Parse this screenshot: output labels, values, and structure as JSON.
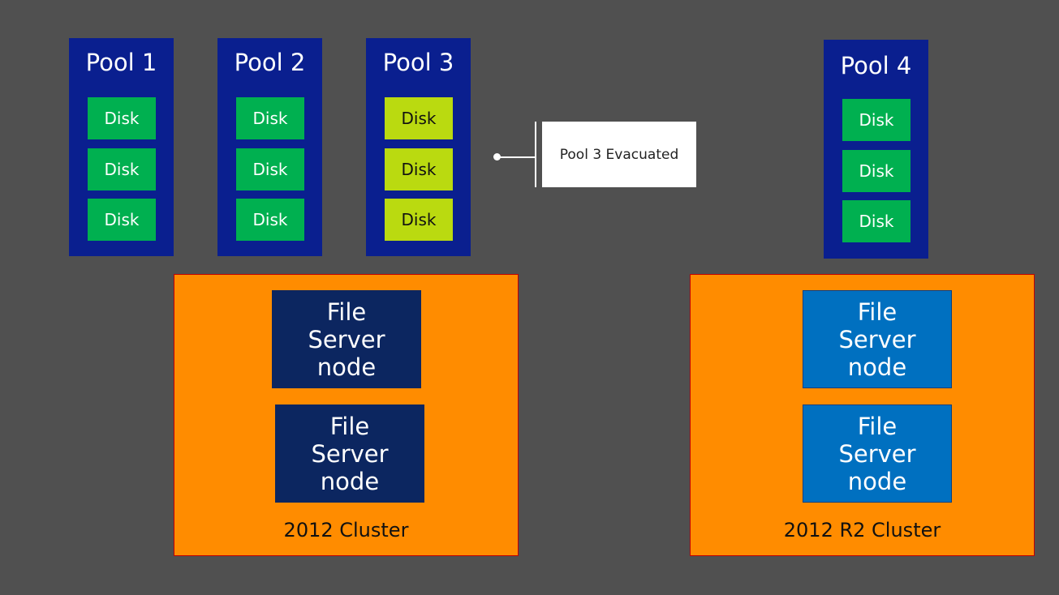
{
  "pools": [
    {
      "title": "Pool 1",
      "disks": [
        "Disk",
        "Disk",
        "Disk"
      ]
    },
    {
      "title": "Pool 2",
      "disks": [
        "Disk",
        "Disk",
        "Disk"
      ]
    },
    {
      "title": "Pool 3",
      "disks": [
        "Disk",
        "Disk",
        "Disk"
      ]
    },
    {
      "title": "Pool 4",
      "disks": [
        "Disk",
        "Disk",
        "Disk"
      ]
    }
  ],
  "callout": {
    "text": "Pool 3 Evacuated"
  },
  "clusters": [
    {
      "label": "2012 Cluster",
      "nodes": [
        "File\nServer\nnode",
        "File\nServer\nnode"
      ]
    },
    {
      "label": "2012 R2 Cluster",
      "nodes": [
        "File\nServer\nnode",
        "File\nServer\nnode"
      ]
    }
  ],
  "colors": {
    "background": "#505050",
    "pool": "#0A1F8F",
    "disk_active": "#00B050",
    "disk_evacuated": "#BADA10",
    "cluster": "#FF8C00",
    "node_2012": "#0C2660",
    "node_2012r2": "#0070C0"
  }
}
